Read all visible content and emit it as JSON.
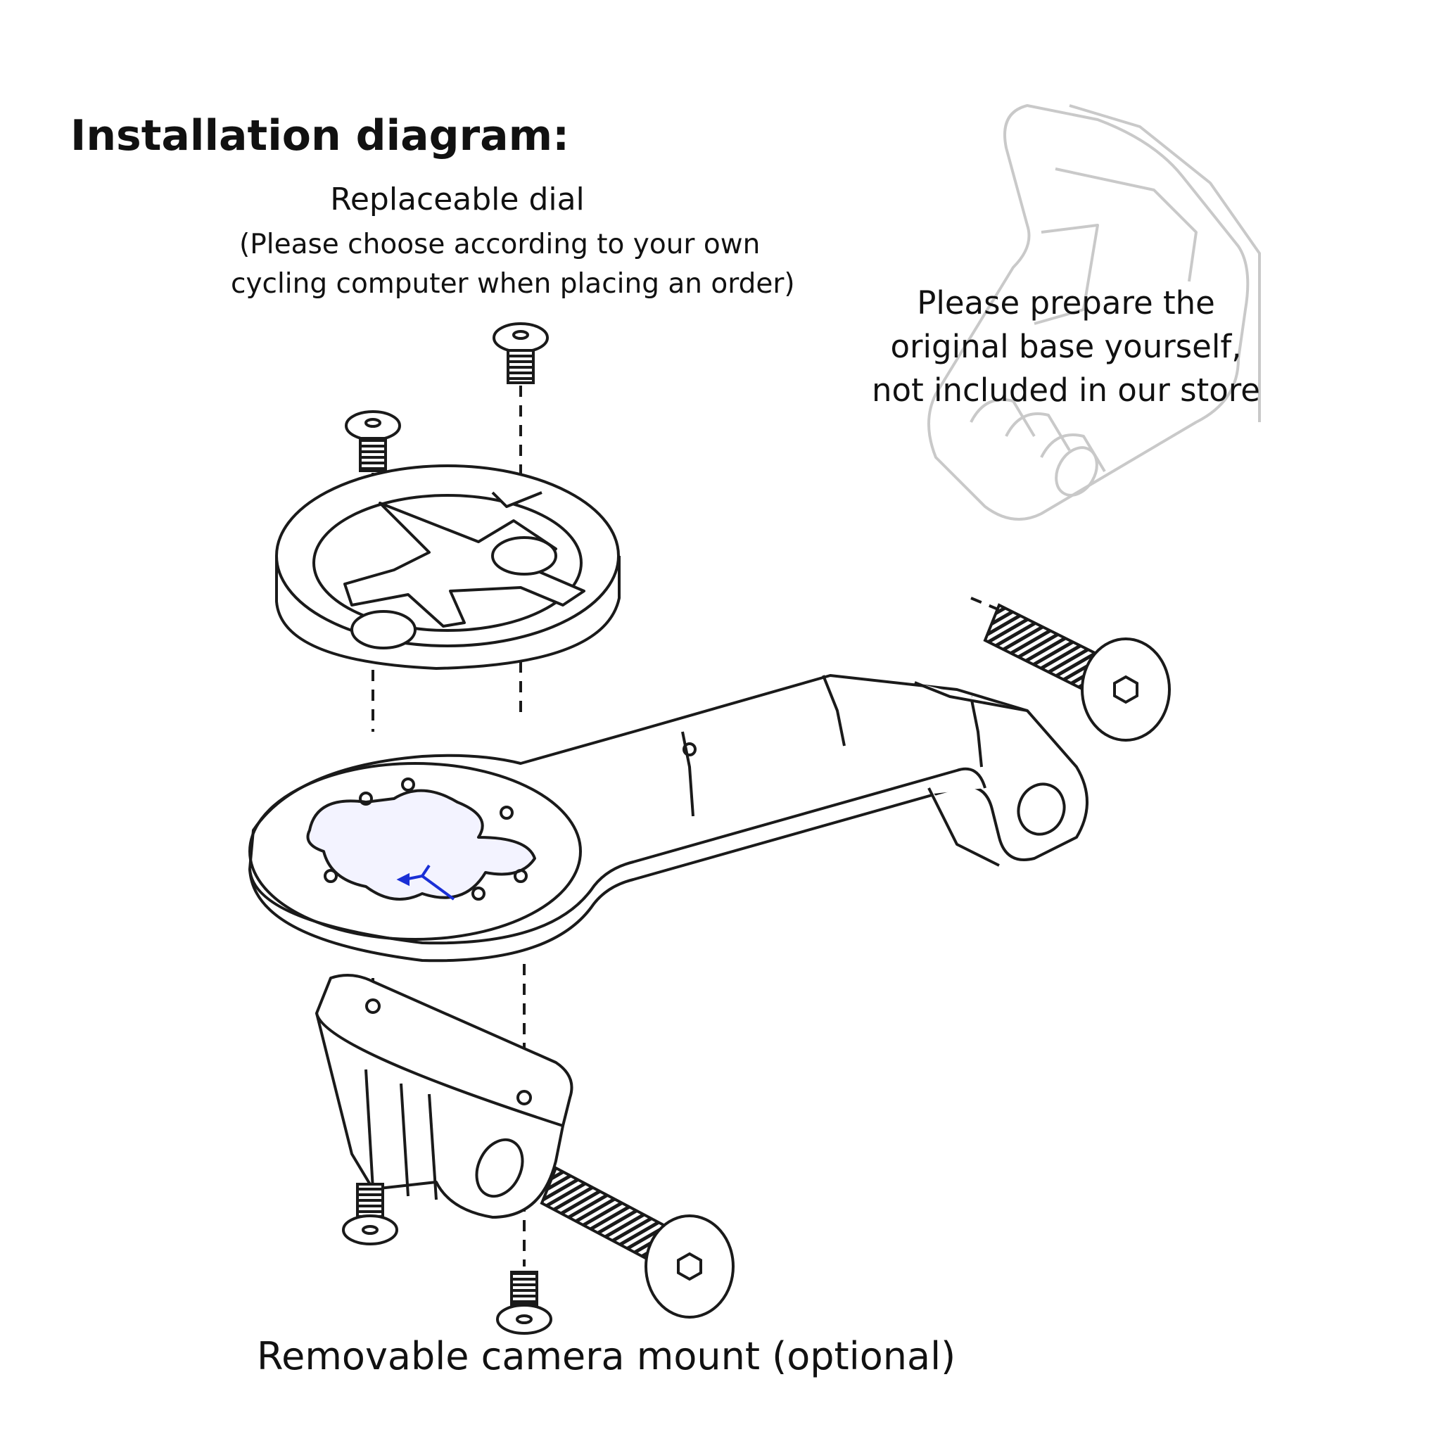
{
  "diagram": {
    "title": "Installation diagram:",
    "dial": {
      "label": "Replaceable dial",
      "note_lines": [
        "(Please choose according to your own",
        "cycling computer when placing an order)"
      ]
    },
    "base_note_lines": [
      "Please prepare the",
      "original base yourself,",
      "not included in our store"
    ],
    "camera_mount_label": "Removable camera mount (optional)"
  },
  "colors": {
    "line": "#1a1a1a",
    "faded_line": "#c8c8c8",
    "axis_marker": "#1a2fd6",
    "background": "#ffffff"
  }
}
